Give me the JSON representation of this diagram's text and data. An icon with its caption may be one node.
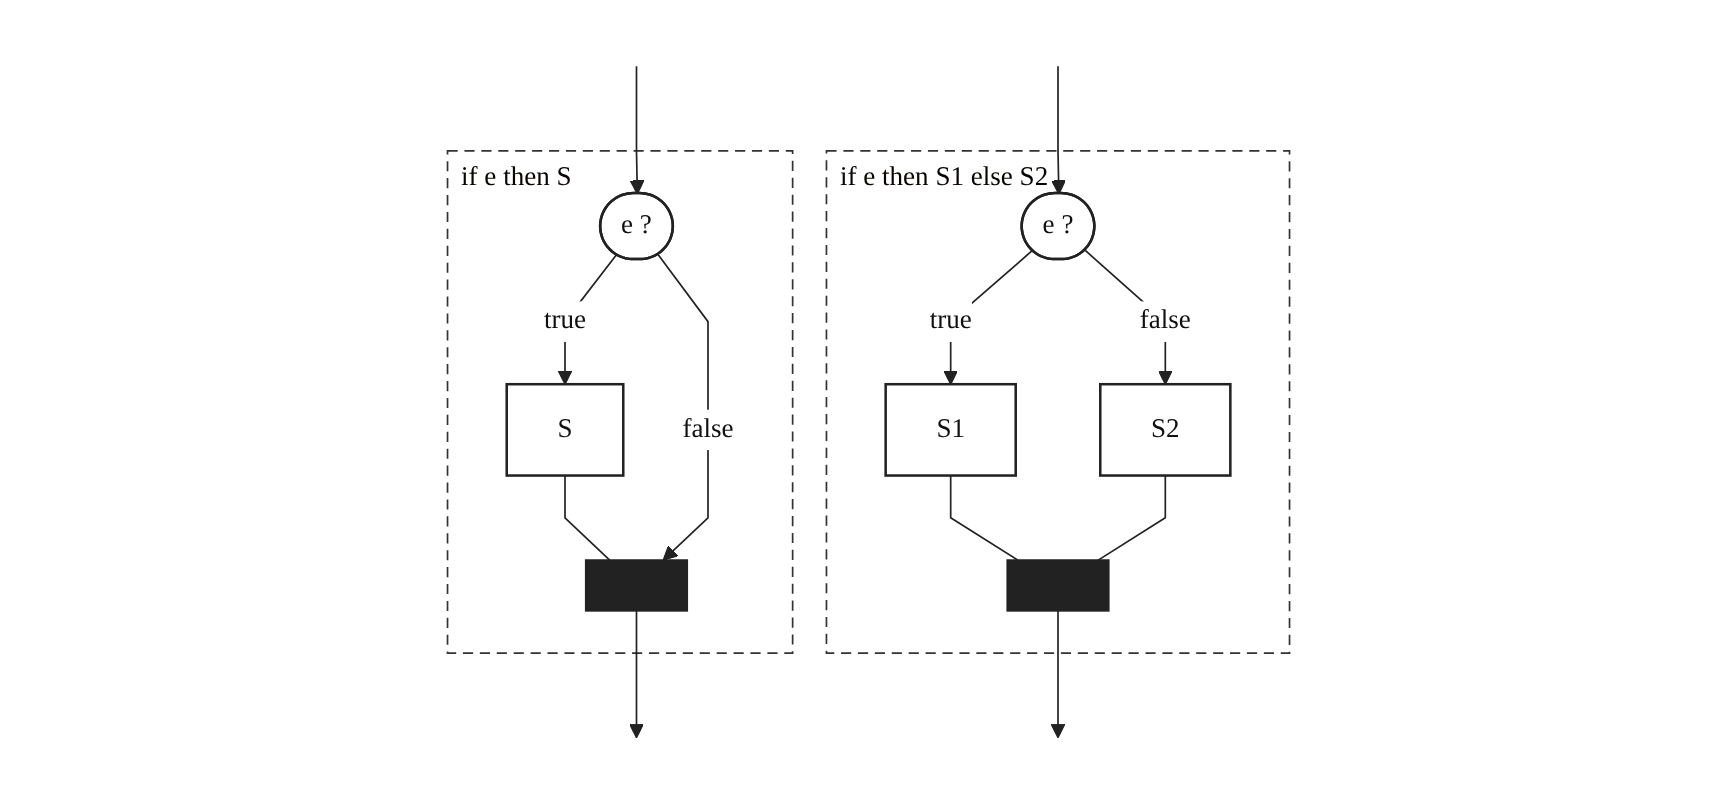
{
  "diagram": {
    "nodes": [
      {
        "text": [
          "if e then S"
        ]
      },
      {
        "text": [
          "e ?"
        ],
        "in": 0
      },
      {
        "text": [
          "S"
        ],
        "in": 0
      },
      {
        "text": [],
        "shape": "bar",
        "in": 0
      },
      {
        "text": [
          "if e then S1 else S2"
        ]
      },
      {
        "text": [
          "e ?"
        ],
        "in": 4
      },
      {
        "text": [
          "S1"
        ],
        "in": 4
      },
      {
        "text": [
          "S2"
        ],
        "in": 4
      },
      {
        "text": [],
        "shape": "bar",
        "in": 4
      }
    ],
    "edges": [
      {
        "from": null,
        "to": 1,
        "arrow": "to"
      },
      {
        "from": 1,
        "to": 2,
        "label": "true",
        "arrow": "to"
      },
      {
        "from": 2,
        "to": 3,
        "arrow": "none"
      },
      {
        "from": 1,
        "to": 3,
        "label": "false",
        "arrow": "to"
      },
      {
        "from": 3,
        "to": null,
        "arrow": "to"
      },
      {
        "from": null,
        "to": 5,
        "arrow": "to"
      },
      {
        "from": 5,
        "to": 6,
        "label": "true",
        "arrow": "to"
      },
      {
        "from": 5,
        "to": 7,
        "label": "false",
        "arrow": "to"
      },
      {
        "from": 6,
        "to": 8,
        "arrow": "none"
      },
      {
        "from": 7,
        "to": 8,
        "arrow": "none"
      },
      {
        "from": 8,
        "to": null,
        "arrow": "to"
      }
    ]
  }
}
